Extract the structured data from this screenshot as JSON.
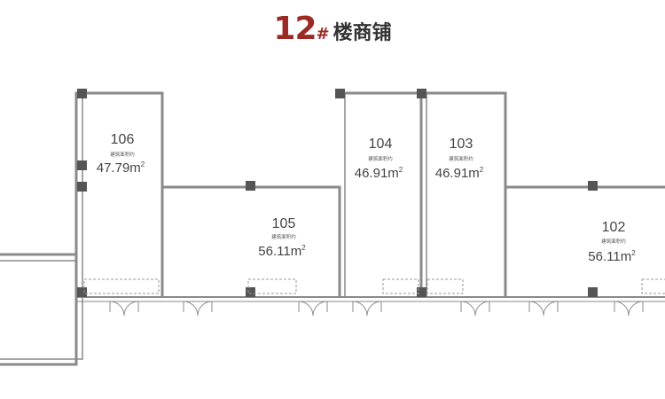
{
  "title": {
    "number": "12",
    "hash": "#",
    "label": "楼商铺"
  },
  "area_caption": "建筑面积约",
  "area_unit": "m",
  "area_unit_sup": "2",
  "units": [
    {
      "id": "106",
      "area": "47.79"
    },
    {
      "id": "105",
      "area": "56.11"
    },
    {
      "id": "104",
      "area": "46.91"
    },
    {
      "id": "103",
      "area": "46.91"
    },
    {
      "id": "102",
      "area": "56.11"
    }
  ],
  "colors": {
    "title_accent": "#9b2a24",
    "wall": "#8a8a8a",
    "column": "#555555",
    "text": "#444444"
  }
}
